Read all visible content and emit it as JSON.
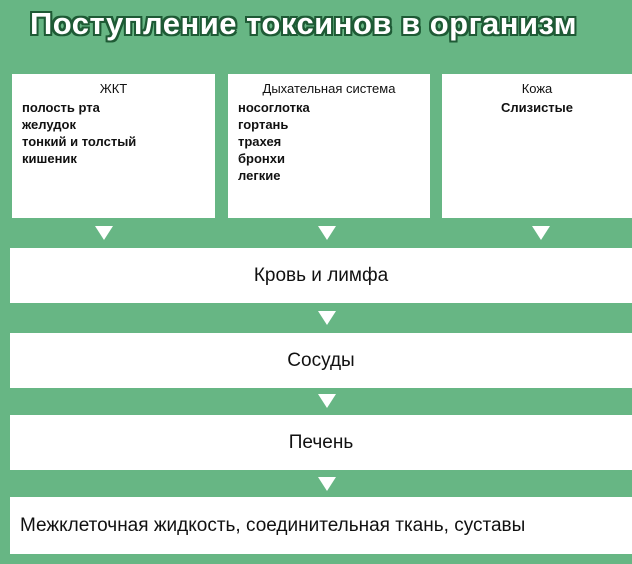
{
  "title": "Поступление токсинов в организм",
  "sources": [
    {
      "head": "ЖКТ",
      "items": [
        "полость рта",
        "желудок",
        "тонкий и толстый",
        "кишеник"
      ]
    },
    {
      "head": "Дыхательная система",
      "items": [
        "носоглотка",
        "гортань",
        "трахея",
        "бронхи",
        "легкие"
      ]
    },
    {
      "head": "Кожа",
      "items": [
        "Слизистые"
      ]
    }
  ],
  "stages": [
    "Кровь и лимфа",
    "Сосуды",
    "Печень",
    "Межклеточная жидкость, соединительная ткань, суставы"
  ],
  "colors": {
    "background": "#67b684",
    "box": "#ffffff",
    "title_outline": "#1e5a35"
  }
}
